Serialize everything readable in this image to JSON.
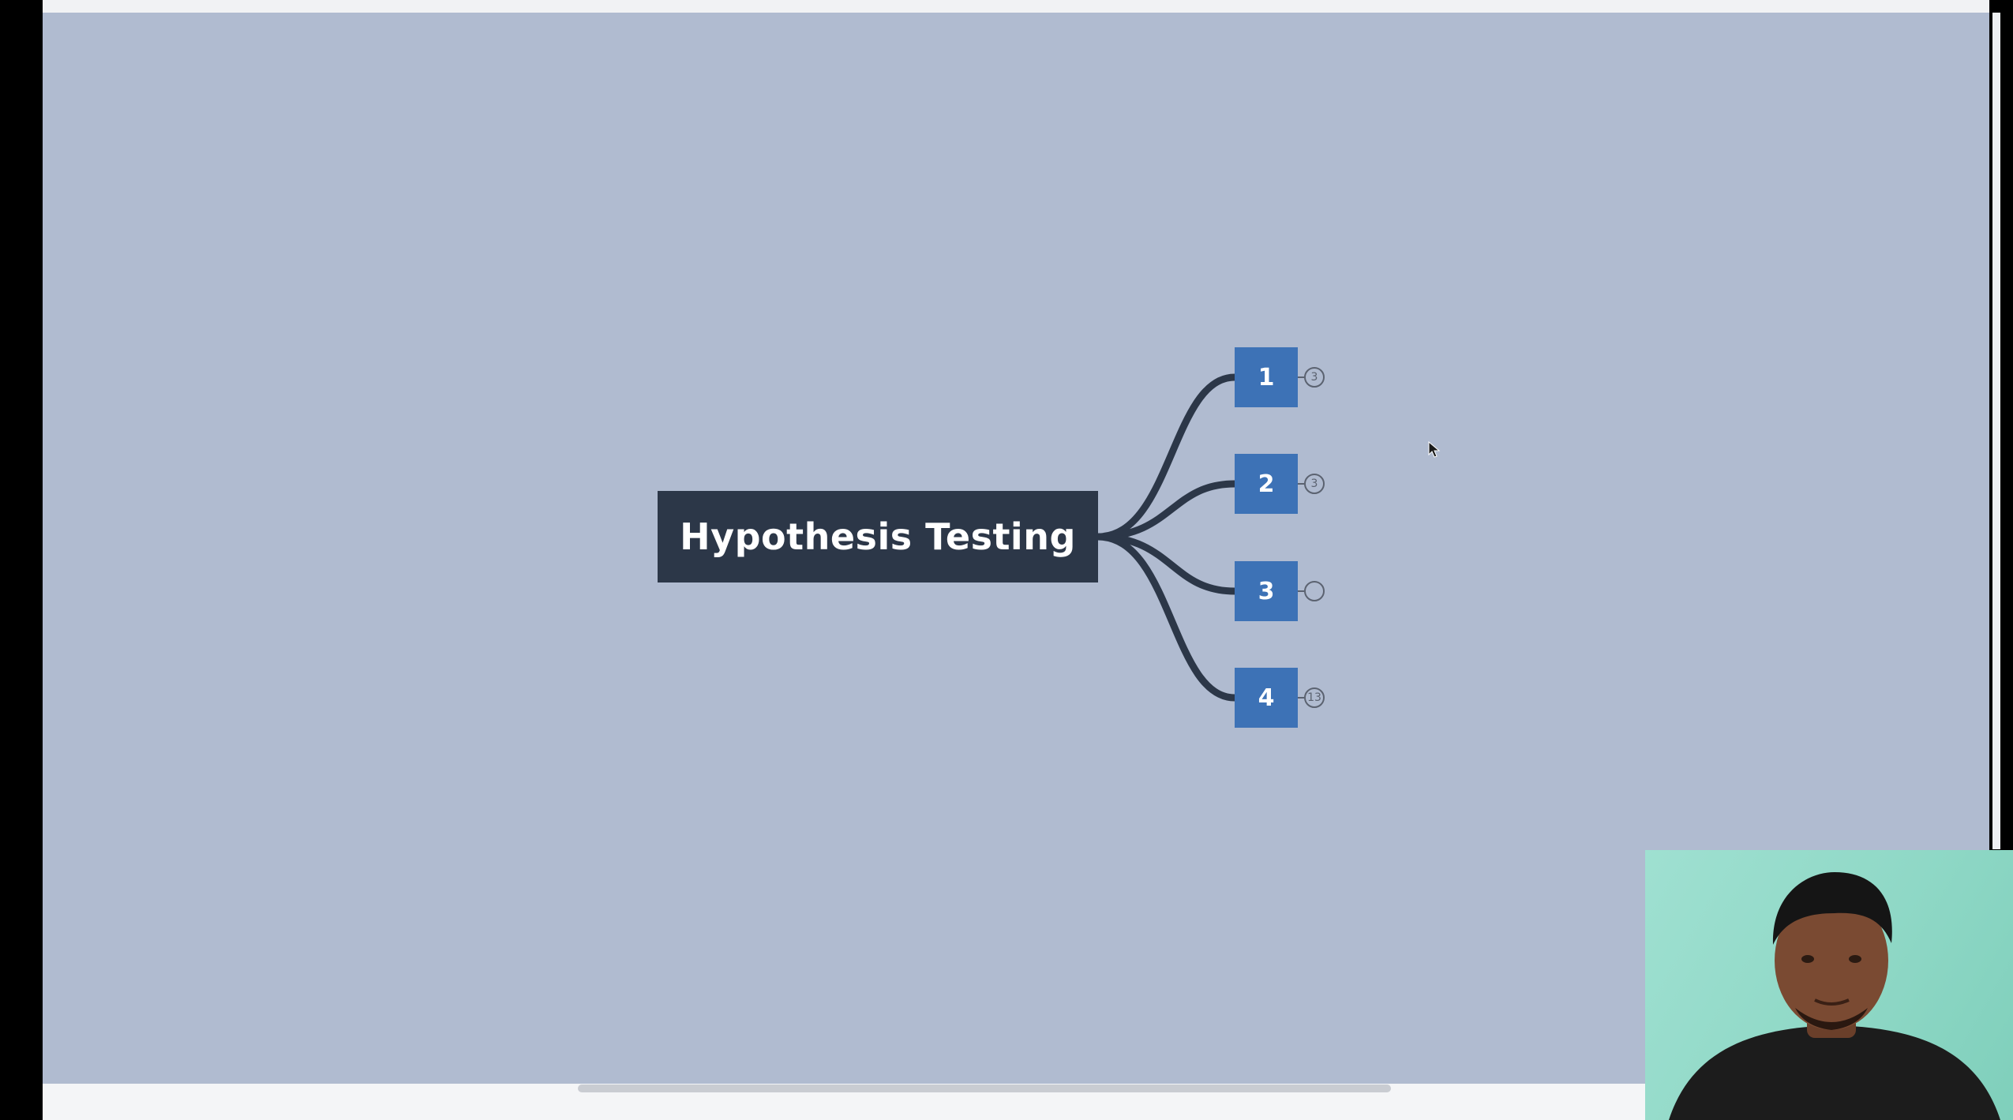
{
  "mindmap": {
    "central_topic": "Hypothesis Testing",
    "children": [
      {
        "label": "1",
        "badge": "3"
      },
      {
        "label": "2",
        "badge": "3"
      },
      {
        "label": "3",
        "badge": ""
      },
      {
        "label": "4",
        "badge": "13"
      }
    ]
  },
  "colors": {
    "canvas_background": "#b0bbd0",
    "central_node_fill": "#2c3748",
    "child_node_fill": "#3d72b6",
    "connector": "#2c3748"
  },
  "icons": {
    "cursor": "arrow-cursor-icon",
    "toggle": "collapse-toggle-icon"
  }
}
